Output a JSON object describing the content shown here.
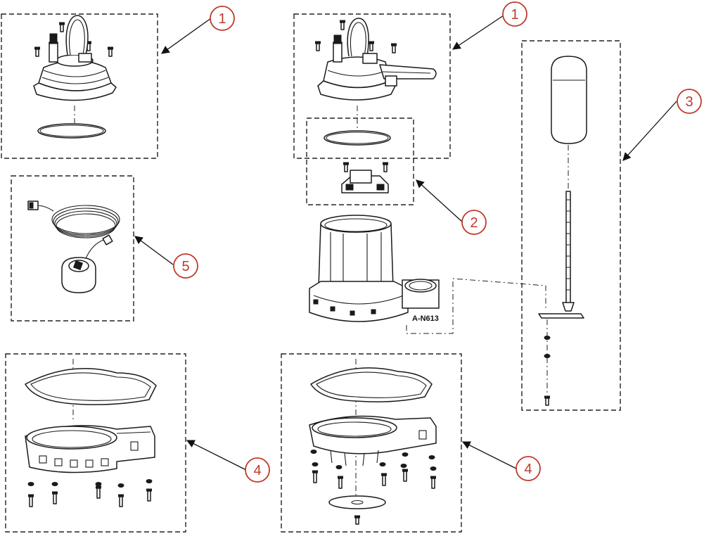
{
  "diagram": {
    "callouts": [
      {
        "id": "c1a",
        "number": "1"
      },
      {
        "id": "c1b",
        "number": "1"
      },
      {
        "id": "c2",
        "number": "2"
      },
      {
        "id": "c3",
        "number": "3"
      },
      {
        "id": "c4a",
        "number": "4"
      },
      {
        "id": "c4b",
        "number": "4"
      },
      {
        "id": "c5",
        "number": "5"
      }
    ],
    "part_label": "A-N613"
  },
  "colors": {
    "callout": "#c0392b",
    "line": "#1a1a1a"
  }
}
